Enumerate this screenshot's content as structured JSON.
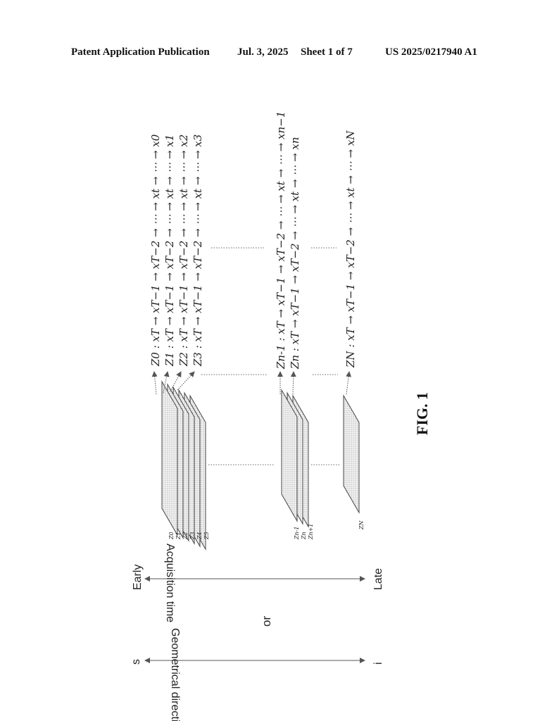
{
  "header": {
    "publication": "Patent Application Publication",
    "date": "Jul. 3, 2025",
    "sheet": "Sheet 1 of 7",
    "number": "US 2025/0217940 A1"
  },
  "figure": {
    "label": "FIG. 1",
    "or_text": "or",
    "axis_acquisition": {
      "label": "Acquisition time",
      "start": "Early",
      "end": "Late"
    },
    "axis_geometric": {
      "label": "Geometrical direction",
      "start": "s",
      "end": "i"
    },
    "slice_labels": {
      "group1": [
        "Z0",
        "Z1",
        "Z2",
        "Z3",
        "Z4",
        "Z5"
      ],
      "group2": [
        "Zn-1",
        "Zn",
        "Zn+1"
      ],
      "group3": [
        "ZN"
      ]
    },
    "chains": [
      "Z0 : xT → xT−1 → xT−2 → ⋯ → xt → ⋯ → x0",
      "Z1 : xT → xT−1 → xT−2 → ⋯ → xt → ⋯ → x1",
      "Z2 : xT → xT−1 → xT−2 → ⋯ → xt → ⋯ → x2",
      "Z3 : xT → xT−1 → xT−2 → ⋯ → xt → ⋯ → x3",
      "Zn-1 : xT → xT−1 → xT−2 → ⋯ → xt → ⋯ → xn−1",
      "Zn : xT → xT−1 → xT−2 → ⋯ → xt → ⋯ → xn",
      "ZN : xT → xT−1 → xT−2 → ⋯ → xt → ⋯ → xN"
    ]
  }
}
